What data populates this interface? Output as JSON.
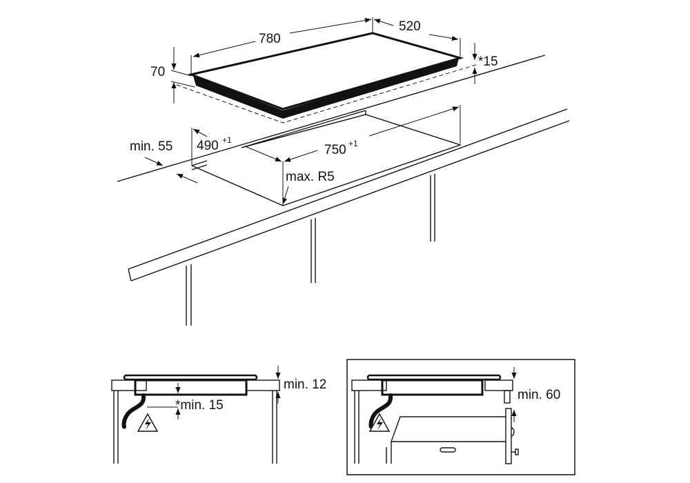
{
  "top_view": {
    "hob_length": "780",
    "hob_depth": "520",
    "hob_height": "70",
    "protrusion": "*15",
    "cutout_depth": "490",
    "cutout_depth_tol": "+1",
    "cutout_length": "750",
    "cutout_length_tol": "+1",
    "min_front_distance": "min. 55",
    "corner_radius": "max. R5"
  },
  "side_view_left": {
    "worktop_thickness": "min. 12",
    "bottom_clearance": "*min. 15"
  },
  "side_view_right": {
    "oven_clearance": "min. 60"
  },
  "icons": [
    "electric-hazard-icon"
  ],
  "colors": {
    "line": "#111111",
    "background": "#ffffff"
  }
}
